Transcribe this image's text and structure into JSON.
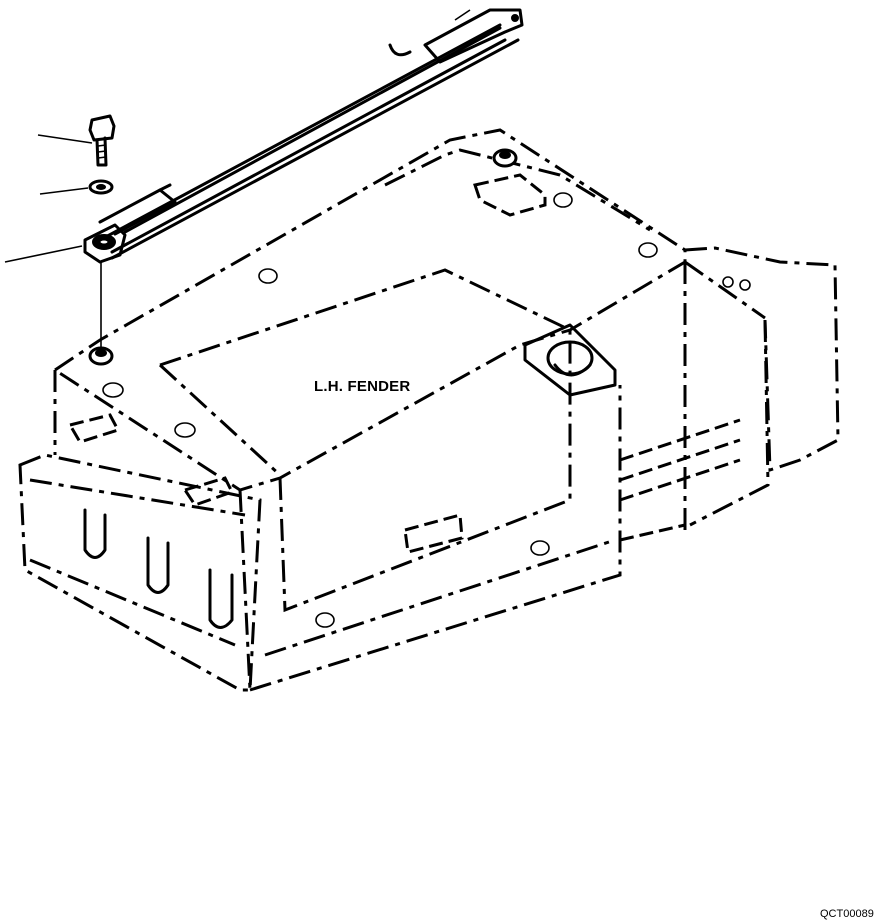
{
  "diagram": {
    "component_label": "L.H. FENDER",
    "drawing_code": "QCT00089"
  },
  "leaders": [
    {
      "part": "bolt"
    },
    {
      "part": "washer"
    },
    {
      "part": "rod-end-bracket"
    }
  ]
}
